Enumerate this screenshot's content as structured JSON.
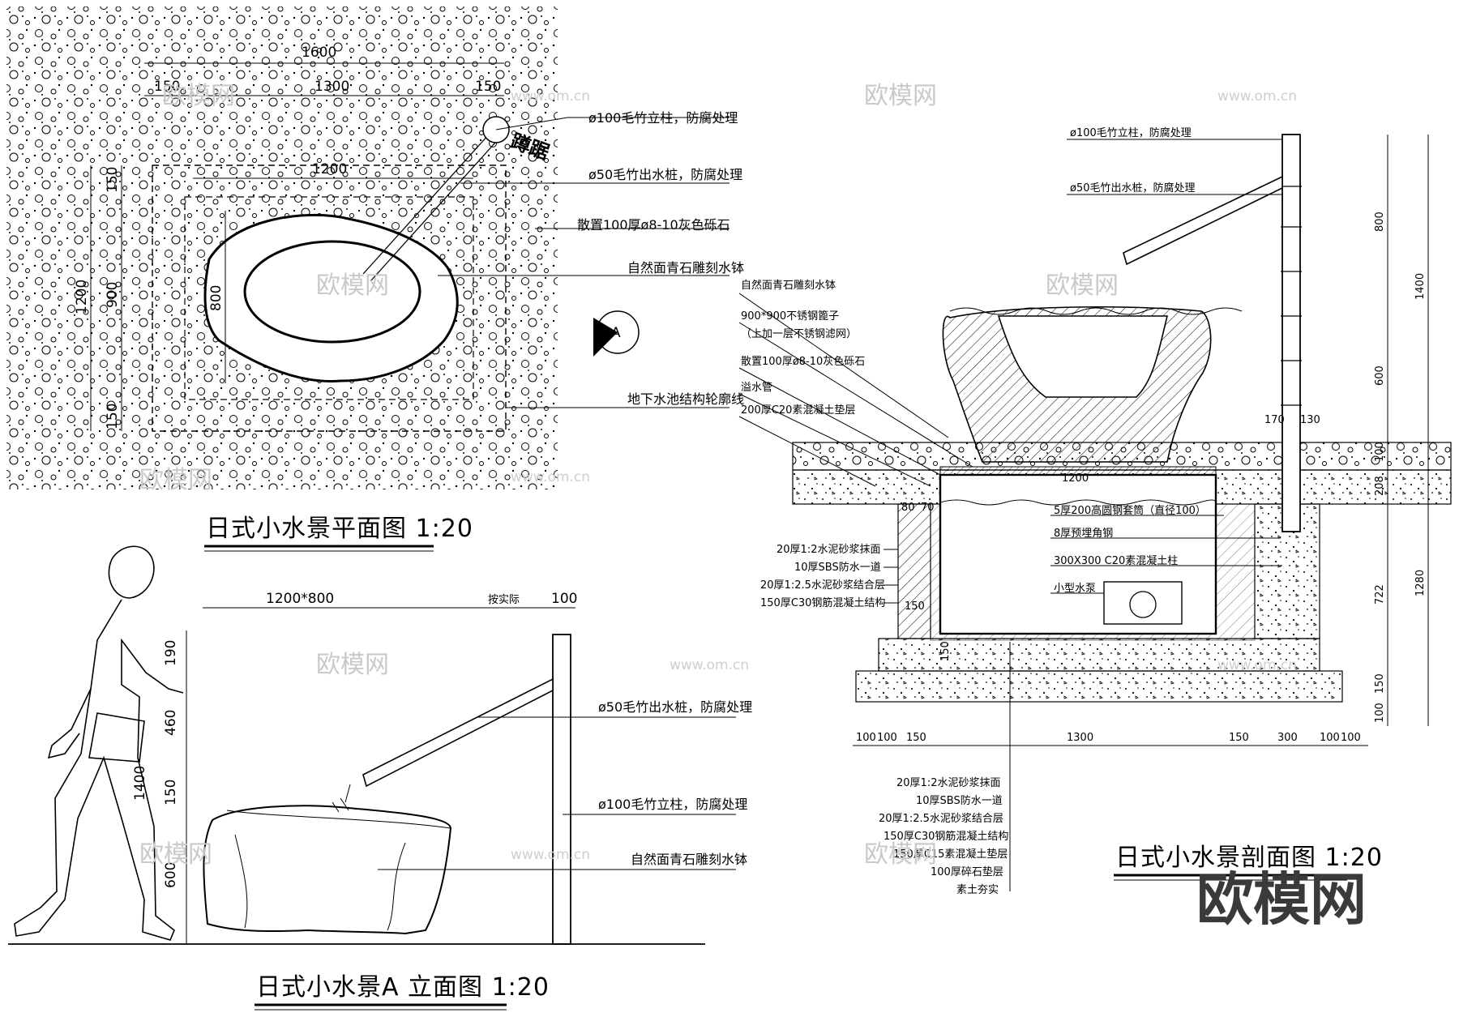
{
  "plan": {
    "title": "日式小水景平面图 1:20",
    "dims": {
      "overall": "1600",
      "left": "150",
      "mid": "1300",
      "right": "150",
      "inner": "1200",
      "v_total": "1200",
      "v_900": "900",
      "v_150_top": "150",
      "v_150_bot": "150",
      "v_800": "800"
    },
    "labels": [
      "ø100毛竹立柱，防腐处理",
      "ø50毛竹出水桩，防腐处理",
      "散置100厚ø8-10灰色砾石",
      "自然面青石雕刻水钵",
      "地下水池结构轮廓线"
    ],
    "tag": "蹲踞",
    "section_mark": "A"
  },
  "elevation": {
    "title": "日式小水景A 立面图 1:20",
    "dims": {
      "bowl": "1200*800",
      "mid": "按实际",
      "post": "100",
      "v190": "190",
      "v460": "460",
      "v150": "150",
      "v600": "600",
      "v1400": "1400"
    },
    "labels": [
      "ø50毛竹出水桩，防腐处理",
      "ø100毛竹立柱，防腐处理",
      "自然面青石雕刻水钵"
    ]
  },
  "section": {
    "title": "日式小水景剖面图 1:20",
    "top_labels": [
      "ø100毛竹立柱，防腐处理",
      "ø50毛竹出水桩，防腐处理"
    ],
    "left_labels": [
      "自然面青石雕刻水钵",
      "900*900不锈钢篦子",
      "（上加一层不锈钢滤网）",
      "散置100厚ø8-10灰色砾石",
      "溢水管",
      "200厚C20素混凝土垫层"
    ],
    "wall_labels": [
      "20厚1:2水泥砂浆抹面",
      "10厚SBS防水一道",
      "20厚1:2.5水泥砂浆结合层",
      "150厚C30钢筋混凝土结构"
    ],
    "inner_labels": [
      "5厚200高圆钢套筒（直径100）",
      "8厚预埋角钢",
      "300X300 C20素混凝土柱",
      "小型水泵"
    ],
    "bottom_labels": [
      "20厚1:2水泥砂浆抹面",
      "10厚SBS防水一道",
      "20厚1:2.5水泥砂浆结合层",
      "150厚C30钢筋混凝土结构",
      "150厚C15素混凝土垫层",
      "100厚碎石垫层",
      "素土夯实"
    ],
    "right_dims": [
      "800",
      "1400",
      "600",
      "100",
      "208",
      "722",
      "1280",
      "150",
      "100"
    ],
    "bottom_dims": [
      "100",
      "100",
      "150",
      "1300",
      "150",
      "300",
      "100",
      "100"
    ],
    "small_dims": {
      "d170": "170",
      "d130": "130",
      "d1200": "1200",
      "d80": "80",
      "d70": "70",
      "d150": "150",
      "d150v": "150"
    }
  },
  "watermarks": {
    "site": "欧模网",
    "url": "www.om.cn",
    "brand": "欧模网"
  }
}
